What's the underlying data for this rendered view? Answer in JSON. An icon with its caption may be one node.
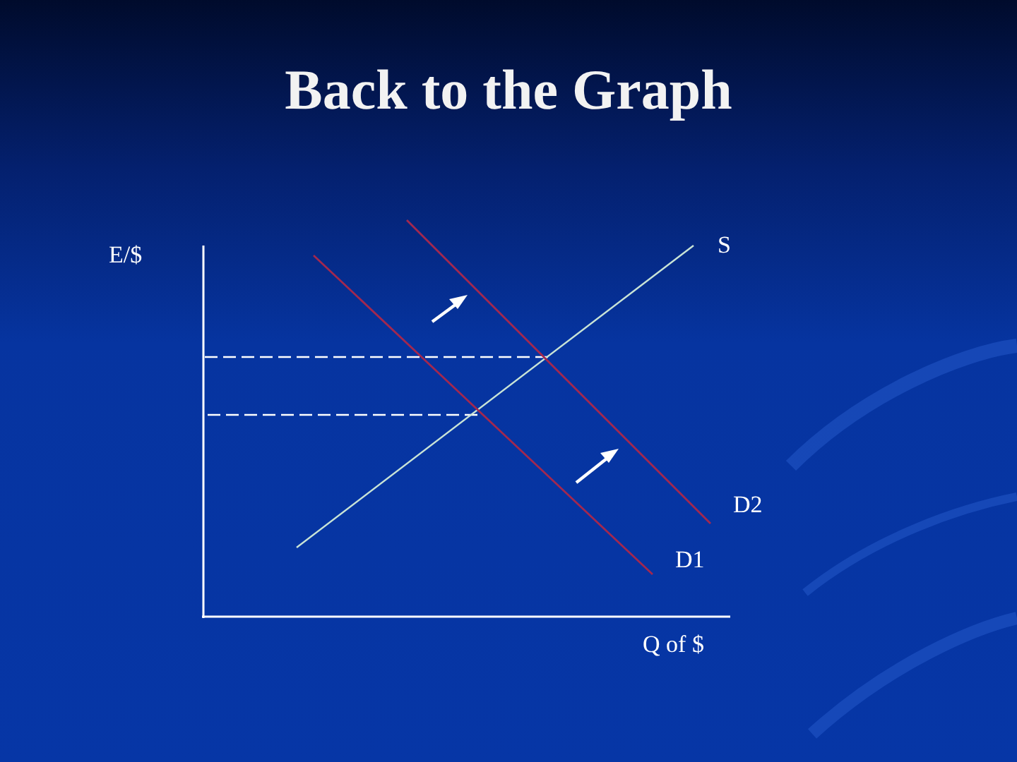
{
  "diagram": {
    "title": "Back to the Graph",
    "labels": [
      "E/$",
      "S",
      "D2",
      "D1",
      "Q of $"
    ]
  }
}
